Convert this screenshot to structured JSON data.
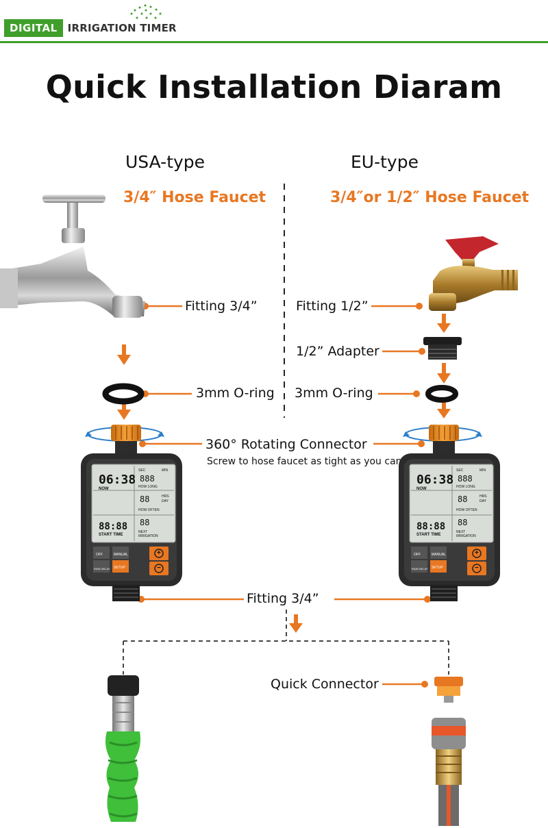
{
  "brand": {
    "badge": "DIGITAL",
    "name": "IRRIGATION TIMER"
  },
  "title": "Quick Installation Diaram",
  "columns": {
    "usa": {
      "heading": "USA-type",
      "faucet": "3/4″ Hose Faucet"
    },
    "eu": {
      "heading": "EU-type",
      "faucet": "3/4″or 1/2″ Hose Faucet"
    }
  },
  "labels": {
    "fitting_usa": "Fitting 3/4”",
    "fitting_eu": "Fitting 1/2”",
    "adapter": "1/2” Adapter",
    "oring_usa": "3mm O-ring",
    "oring_eu": "3mm O-ring",
    "rotating": "360° Rotating Connector",
    "rotating_note": "Screw to hose faucet as tight as you can.",
    "fitting_bottom": "Fitting 3/4”",
    "quick_connector": "Quick Connector"
  },
  "timer_display": {
    "clock": "06:38",
    "now": "NOW",
    "start_time_value": "88:88",
    "start_time": "START TIME",
    "how_long_value": "888",
    "how_long": "HOW LONG",
    "how_often_value": "88",
    "how_often": "HOW OFTEN",
    "next_value": "88",
    "next": "NEXT IRRIGATION",
    "sec": "SEC",
    "min": "MIN",
    "hrs": "HRS",
    "day": "DAY"
  },
  "timer_buttons": {
    "off": "OFF",
    "manual": "MANUAL",
    "rain_delay": "RAIN DELAY",
    "setup": "SETUP",
    "plus": "+",
    "minus": "−"
  },
  "colors": {
    "accent_orange": "#e87722",
    "brand_green": "#3f9f2a",
    "timer_body": "#2b2b2b",
    "screen": "#d9ddd8"
  }
}
